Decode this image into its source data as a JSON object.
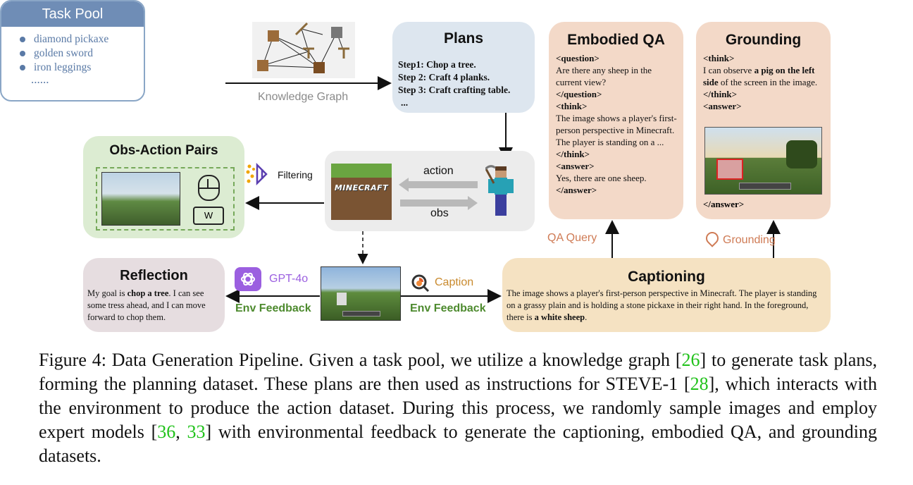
{
  "task_pool": {
    "title": "Task Pool",
    "items": [
      "diamond pickaxe",
      "golden sword",
      "iron leggings"
    ],
    "more": "......"
  },
  "knowledge_graph": {
    "label": "Knowledge Graph"
  },
  "plans": {
    "title": "Plans",
    "steps": [
      "Step1: Chop a tree.",
      "Step 2: Craft 4 planks.",
      "Step 3: Craft crafting table.",
      "..."
    ]
  },
  "embodied_qa": {
    "title": "Embodied QA",
    "lines": [
      {
        "tag": true,
        "text": "<question>"
      },
      {
        "tag": false,
        "text": "Are there any sheep in the current view?"
      },
      {
        "tag": true,
        "text": "</question>"
      },
      {
        "tag": true,
        "text": "<think>"
      },
      {
        "tag": false,
        "text": "The image shows a player's first-person perspective in Minecraft. The player is standing on a ..."
      },
      {
        "tag": true,
        "text": "</think>"
      },
      {
        "tag": true,
        "text": "<answer>"
      },
      {
        "tag": false,
        "text": "Yes, there are one sheep."
      },
      {
        "tag": true,
        "text": "</answer>"
      }
    ]
  },
  "grounding": {
    "title": "Grounding",
    "think_open": "<think>",
    "text_pre": "I can observe ",
    "text_bold": "a pig on the left side",
    "text_post": " of the screen in the image.",
    "think_close": "</think>",
    "answer_open": "<answer>",
    "answer_close": "</answer>"
  },
  "labels": {
    "qa_query": "QA Query",
    "grounding": "Grounding",
    "filtering": "Filtering",
    "action": "action",
    "obs": "obs",
    "gpt": "GPT-4o",
    "caption": "Caption",
    "env_feedback_left": "Env Feedback",
    "env_feedback_right": "Env Feedback"
  },
  "obs_action": {
    "title": "Obs-Action Pairs",
    "key": "W"
  },
  "minecraft": {
    "logo": "MINECRAFT"
  },
  "reflection": {
    "title": "Reflection",
    "pre": "My goal is ",
    "bold": "chop a tree",
    "post": ". I can see some tress ahead, and I can move forward to chop them."
  },
  "captioning": {
    "title": "Captioning",
    "pre": "The image shows a player's first-person perspective in Minecraft. The player is standing on a grassy plain and is holding a stone pickaxe in their right hand. In the foreground, there is ",
    "bold": "a white sheep",
    "post": "."
  },
  "figure_caption": {
    "p1": "Figure 4: Data Generation Pipeline. Given a task pool, we utilize a knowledge graph [",
    "c1": "26",
    "p2": "] to generate task plans, forming the planning dataset. These plans are then used as instructions for STEVE-1 [",
    "c2": "28",
    "p3": "], which interacts with the environment to produce the action dataset. During this process, we randomly sample images and employ expert models [",
    "c3": "36",
    "p4": ", ",
    "c4": "33",
    "p5": "] with environmental feedback to generate the captioning, embodied QA, and grounding datasets."
  },
  "colors": {
    "task_pool_header": "#6f8db6",
    "plans_bg": "#dde6ef",
    "qa_bg": "#f3d9c8",
    "obs_bg": "#dcecd2",
    "caption_bg": "#f5e2c2",
    "reflection_bg": "#e6dde0",
    "feedback_green": "#4d8a2e",
    "gpt_purple": "#9b5fe0",
    "citation_green": "#21c21b"
  }
}
